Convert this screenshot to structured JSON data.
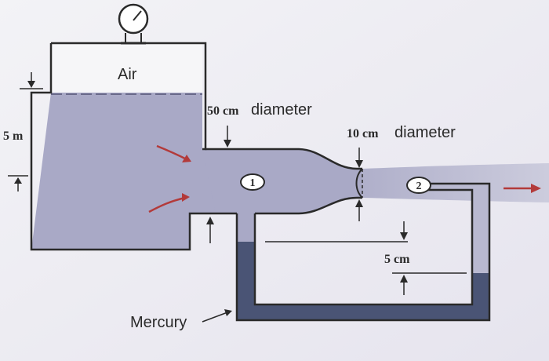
{
  "labels": {
    "air": "Air",
    "height": "5 m",
    "big_diameter_value": "50 cm",
    "big_diameter_word": "diameter",
    "small_diameter_value": "10 cm",
    "small_diameter_word": "diameter",
    "section_1": "1",
    "section_2": "2",
    "manometer_reading": "5 cm",
    "mercury": "Mercury"
  },
  "colors": {
    "water": "#a9a9c6",
    "mercury": "#4a5475",
    "outline": "#2a2a2a",
    "flow_arrow": "#b33a3a"
  },
  "icons": [
    "pressure-gauge-icon",
    "flow-arrow-icon",
    "dimension-arrow-icon"
  ]
}
